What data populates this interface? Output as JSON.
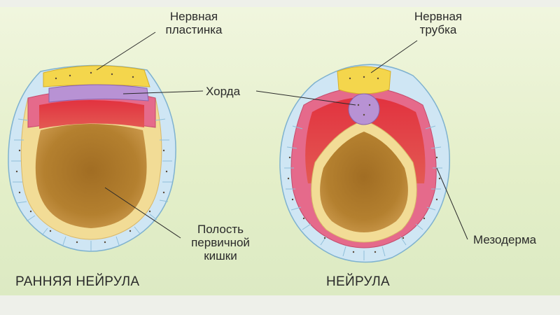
{
  "labels": {
    "neural_plate": "Нервная\nпластинка",
    "neural_tube": "Нервная\nтрубка",
    "chord": "Хорда",
    "cavity": "Полость\nпервичной\nкишки",
    "mesoderm": "Мезодерма"
  },
  "captions": {
    "left": "РАННЯЯ НЕЙРУЛА",
    "right": "НЕЙРУЛА"
  },
  "colors": {
    "ectoderm": "#cfe6f4",
    "ectoderm_edge": "#7fb2cf",
    "neural": "#f4d64c",
    "chord": "#b892d4",
    "mesoderm_cells": "#e56a8b",
    "mesoderm_fill": "#e0404b",
    "endoderm": "#f2dc96",
    "cavity": "#b07a2a"
  }
}
